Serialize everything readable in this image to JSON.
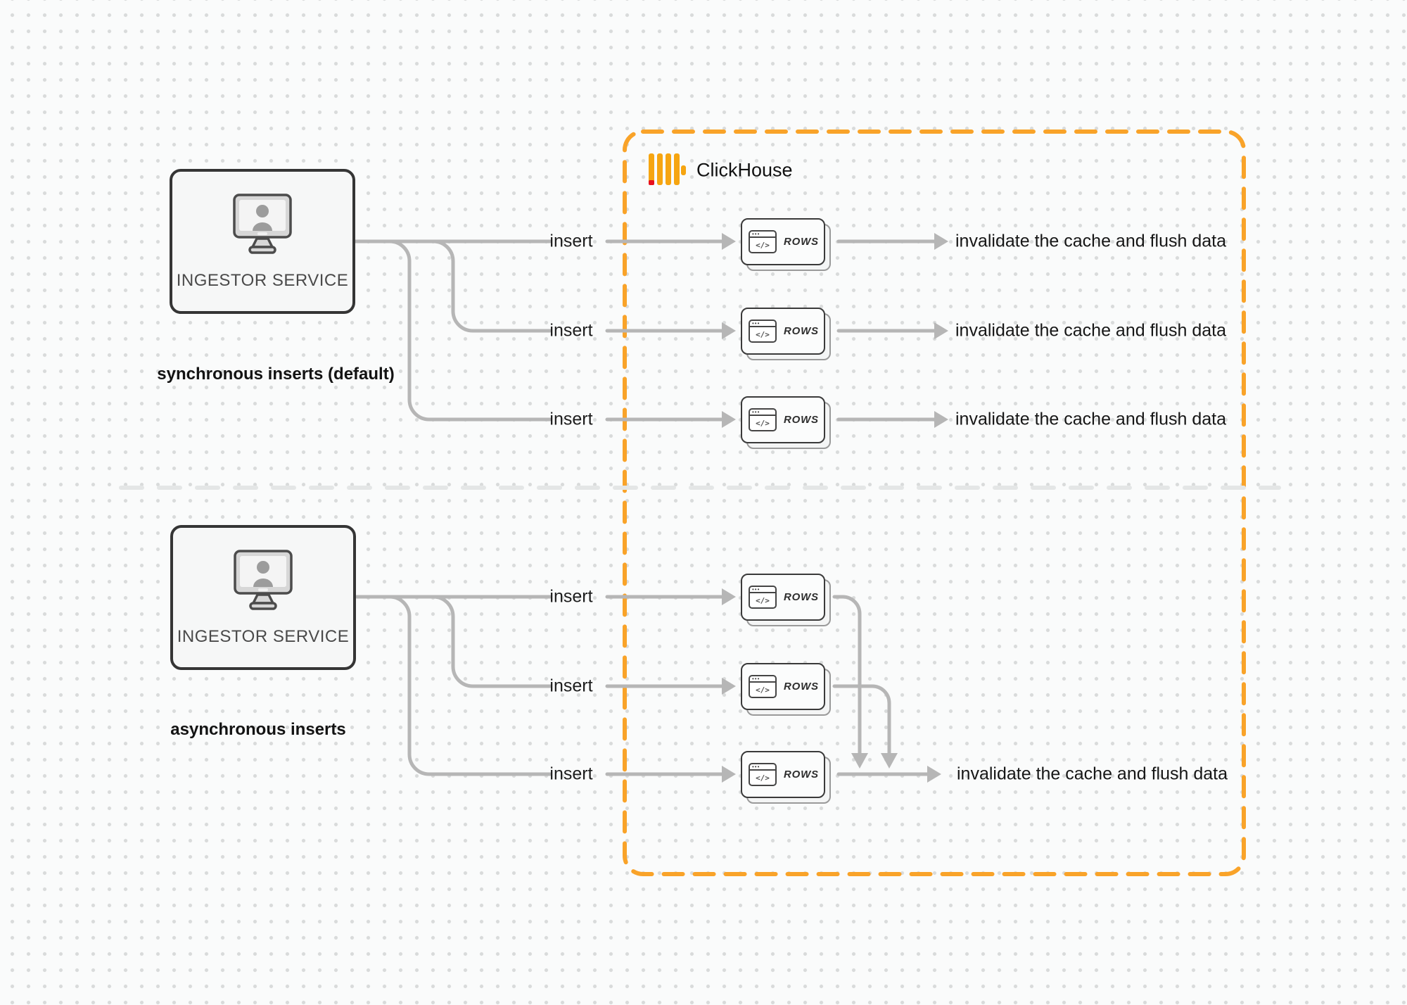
{
  "clickhouse": {
    "label": "ClickHouse"
  },
  "sync": {
    "service_label": "INGESTOR SERVICE",
    "caption": "synchronous inserts (default)",
    "rows": [
      {
        "insert": "insert",
        "card": "ROWS",
        "result": "invalidate the cache and flush data"
      },
      {
        "insert": "insert",
        "card": "ROWS",
        "result": "invalidate the cache and flush data"
      },
      {
        "insert": "insert",
        "card": "ROWS",
        "result": "invalidate the cache and flush data"
      }
    ]
  },
  "async": {
    "service_label": "INGESTOR SERVICE",
    "caption": "asynchronous inserts",
    "rows": [
      {
        "insert": "insert",
        "card": "ROWS"
      },
      {
        "insert": "insert",
        "card": "ROWS"
      },
      {
        "insert": "insert",
        "card": "ROWS"
      }
    ],
    "result": "invalidate the cache and flush data"
  },
  "icons": {
    "window_dots": "•••",
    "window_code": "</>"
  },
  "colors": {
    "accent_orange": "#F9A329",
    "logo_amber": "#F6A511",
    "logo_red": "#E8101D",
    "connector_gray": "#B6B6B6"
  }
}
